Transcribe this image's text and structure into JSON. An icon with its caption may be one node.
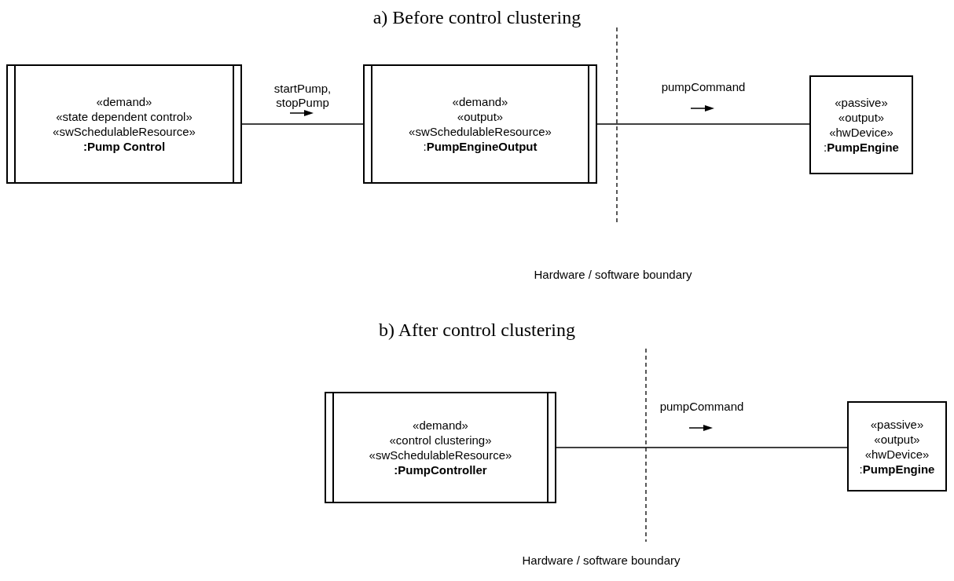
{
  "diagram": {
    "nodes": [
      {
        "text": [
          "«demand»",
          "«state dependent control»",
          "«swSchedulableResource»",
          "**:Pump Control**"
        ]
      },
      {
        "text": [
          "«demand»",
          "«output»",
          "«swSchedulableResource»",
          ":**PumpEngineOutput**"
        ]
      },
      {
        "text": [
          "«passive»",
          "«output»",
          "«hwDevice»",
          ":**PumpEngine**"
        ]
      },
      {
        "text": [
          "«demand»",
          "«control clustering»",
          "«swSchedulableResource»",
          "**:PumpController**"
        ]
      },
      {
        "text": [
          "«passive»",
          "«output»",
          "«hwDevice»",
          ":**PumpEngine**"
        ]
      }
    ],
    "edges": [
      {
        "from": 0,
        "to": 1,
        "arrow": "none",
        "label": "startPump, stopPump"
      },
      {
        "from": 1,
        "to": 2,
        "arrow": "none",
        "label": "pumpCommand"
      },
      {
        "from": 3,
        "to": 4,
        "arrow": "none",
        "label": "pumpCommand"
      }
    ],
    "labels": [
      "a) Before control clustering",
      "Hardware / software boundary",
      "b) After control clustering",
      "Hardware / software boundary"
    ]
  }
}
